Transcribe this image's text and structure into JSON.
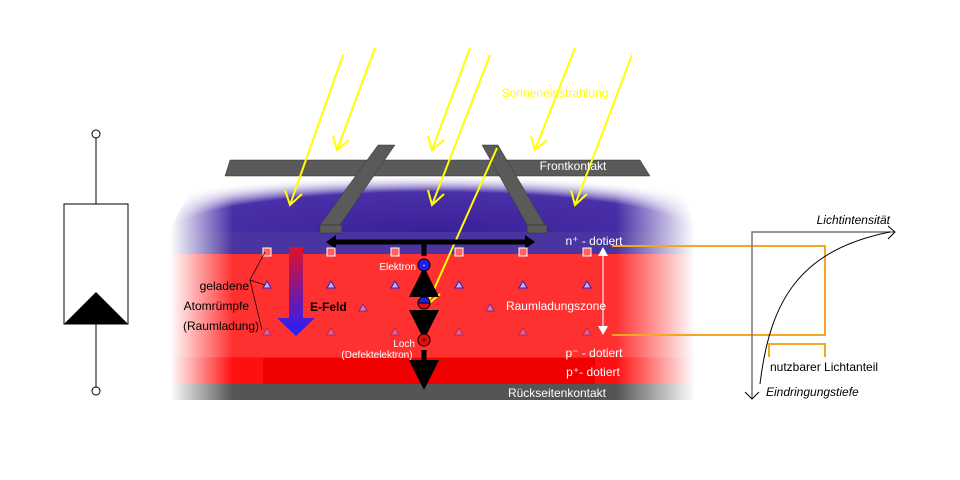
{
  "labels": {
    "sunlight": "Sonneneinstrahlung",
    "front_contact": "Frontkontakt",
    "n_plus": "n⁺ - dotiert",
    "electron": "Elektron",
    "charged": "geladene",
    "atom_cores": "Atomrümpfe",
    "space_charge_paren": "(Raumladung)",
    "e_field": "E-Feld",
    "space_charge_zone": "Raumladungszone",
    "hole": "Loch",
    "defect_electron": "(Defektelektron)",
    "p_minus": "p⁻ - dotiert",
    "p_plus": "p⁺- dotiert",
    "back_contact": "Rückseitenkontakt",
    "light_intensity": "Lichtintensität",
    "usable_light": "nutzbarer Lichtanteil",
    "penetration_depth": "Eindringungstiefe"
  },
  "colors": {
    "n_layer": "#3a1f9a",
    "p_layer": "#ff3030",
    "p_plus_layer": "#ff0a0a",
    "contact": "#555555",
    "light": "#ffff00",
    "orange": "#f5a623"
  }
}
